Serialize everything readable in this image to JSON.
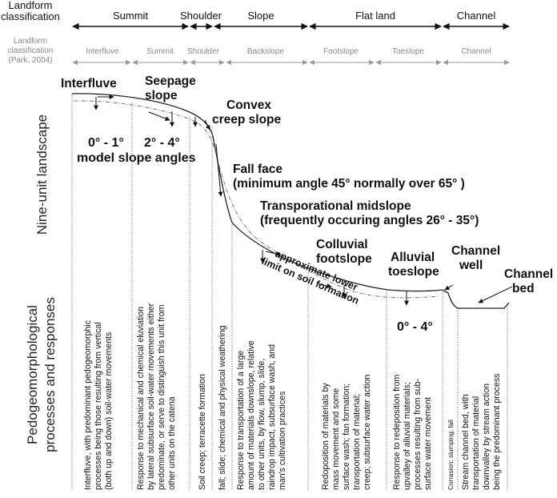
{
  "header_row1": {
    "row_label": [
      "Landform",
      "classification"
    ],
    "categories": [
      "Summit",
      "Shoulder",
      "Slope",
      "Flat land",
      "Channel"
    ]
  },
  "header_row2": {
    "row_label": [
      "Landform",
      "classification",
      "(Park, 2004)"
    ],
    "categories": [
      "Interfluve",
      "Summit",
      "Shoulder",
      "Backslope",
      "Footslope",
      "Toeslope",
      "Channel"
    ]
  },
  "side_labels": {
    "landscape": "Nine-unit  landscape",
    "processes_line1": "Pedogeomorphological",
    "processes_line2": "processes and responses"
  },
  "units": {
    "interfluve": "Interfluve",
    "seepage": [
      "Seepage",
      "slope"
    ],
    "convex": [
      "Convex",
      "creep slope"
    ],
    "fall_face": [
      "Fall face",
      "(minimum angle 45° normally over 65° )"
    ],
    "transportational": [
      "Transporational midslope",
      "(frequently occuring angles 26° - 35°)"
    ],
    "colluvial": [
      "Colluvial",
      "footslope"
    ],
    "alluvial": [
      "Alluvial",
      "toeslope"
    ],
    "channel_wall": [
      "Channel",
      "well"
    ],
    "channel_bed": [
      "Channel",
      "bed"
    ]
  },
  "angles": {
    "interfluve": "0° - 1°",
    "seepage": "2° - 4°",
    "caption": "model slope angles",
    "toeslope": "0° - 4°"
  },
  "soil_limit": [
    "approximate lower",
    "limit on soil formation"
  ],
  "processes": [
    [
      "Interfluve, with predominant pedogeomorphic",
      "processes being those resulting from vertical",
      "(both up and down) soil-water movements"
    ],
    [
      "Response to mechanical and chemical eluviation",
      "by lateral subsurface soil-water movements either",
      "predominate, or serve to distinguish this unit from",
      "other units on the catena"
    ],
    [
      "Soil creep; terracette formation"
    ],
    [
      "fall; slide; chemical and physical weathering"
    ],
    [
      "Response to transportation of a large",
      "amount of materials downslope, relative",
      "to other  units, by flow, slump, slide,",
      "raindrop impact, subsurface wash, and",
      "man's cultivation practices"
    ],
    [
      "Redoposition of materials by",
      "mass movement and some",
      "surface wash; fan formation;",
      "transportation of material;",
      "creep; subsurface water action"
    ],
    [
      "Response to redeposition from",
      "upvalley of alluvial materials;",
      "processes resulting from sub-",
      "surface water movement"
    ],
    [
      "Corrasion; slumping; fall"
    ],
    [
      "Stream channel bed, with",
      "transportation of material",
      "downvalley by stream action",
      "being the predominant process"
    ]
  ]
}
